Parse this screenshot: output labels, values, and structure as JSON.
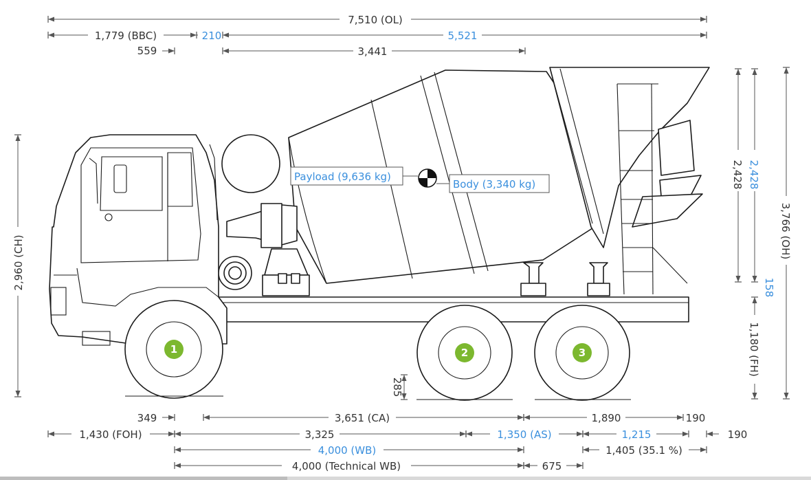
{
  "top_dims": {
    "ol": "7,510 (OL)",
    "bbc": "1,779 (BBC)",
    "d210": "210",
    "d5521": "5,521",
    "d559": "559",
    "d3441": "3,441"
  },
  "right_dims": {
    "d2428_black": "2,428",
    "d2428_blue": "2,428",
    "oh": "3,766 (OH)",
    "d158": "158",
    "fh": "1,180 (FH)"
  },
  "left_dims": {
    "ch": "2,960 (CH)",
    "d285": "285"
  },
  "bottom_dims": {
    "d349": "349",
    "ca": "3,651 (CA)",
    "d1890": "1,890",
    "d190a": "190",
    "foh": "1,430 (FOH)",
    "d3325": "3,325",
    "as": "1,350 (AS)",
    "d1215": "1,215",
    "d190b": "190",
    "wb": "4,000 (WB)",
    "d1405": "1,405 (35.1 %)",
    "twb": "4,000 (Technical WB)",
    "d675": "675"
  },
  "callouts": {
    "payload": "Payload (9,636 kg)",
    "body": "Body (3,340 kg)"
  },
  "axles": [
    "1",
    "2",
    "3"
  ],
  "colors": {
    "blue_dim": "#3a8fdd",
    "axle_marker": "#7cb82f",
    "line": "#1b1b1b"
  }
}
